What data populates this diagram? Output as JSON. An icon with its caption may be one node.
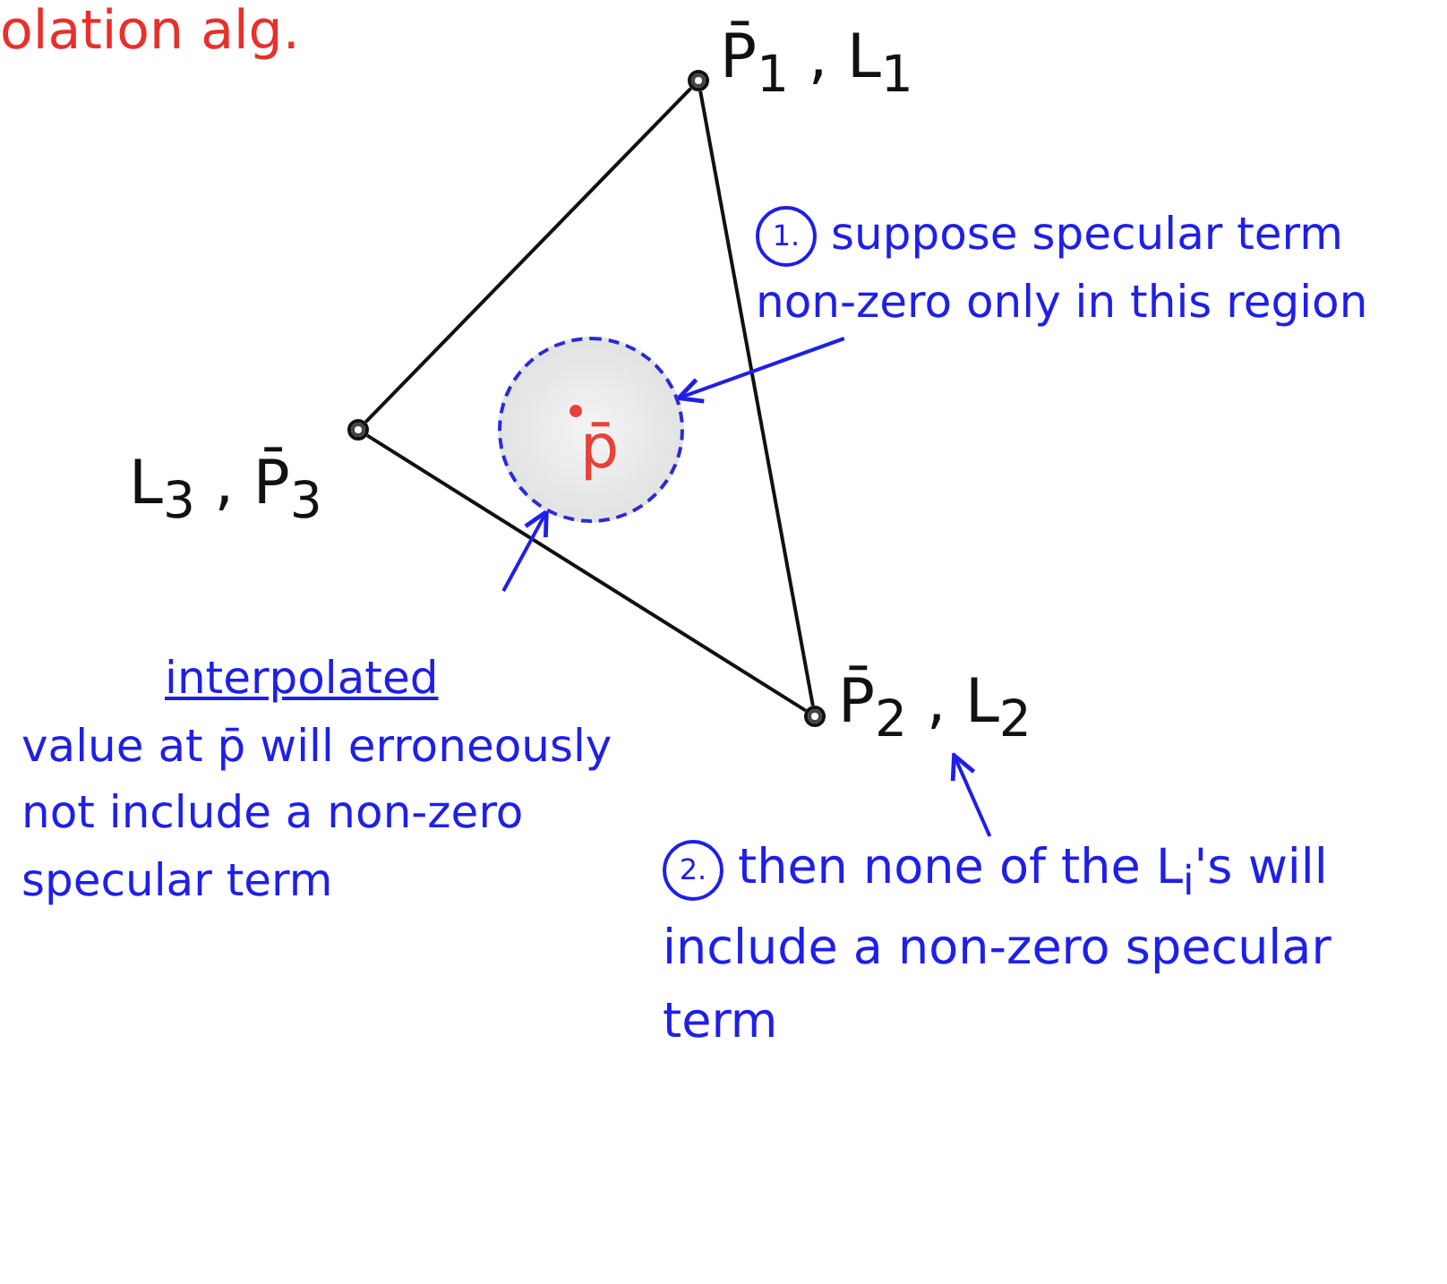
{
  "diagram": {
    "nodes": [
      {
        "text": [],
        "shape": "circle",
        "beside": [
          "P̄$_{1}$ , L$_{1}$"
        ]
      },
      {
        "text": [],
        "shape": "circle",
        "beside": [
          "L$_{3}$ , P̄$_{3}$"
        ]
      },
      {
        "text": [],
        "shape": "circle",
        "beside": [
          "P̄$_{2}$ , L$_{2}$"
        ]
      },
      {
        "text": [
          "p̄"
        ]
      },
      {
        "text": [
          "1.",
          "suppose specular term non-zero only in this region"
        ]
      },
      {
        "text": [
          "interpolated",
          "value at p̄ will erroneously not include a non-zero specular term"
        ]
      },
      {
        "text": [
          "2.",
          "then none of the L$_{i}$'s will include a non-zero specular term"
        ]
      }
    ],
    "edges": [
      {
        "from": 0,
        "to": 1,
        "arrow": "none"
      },
      {
        "from": 1,
        "to": 2,
        "arrow": "none"
      },
      {
        "from": 2,
        "to": 0,
        "arrow": "none"
      },
      {
        "from": 4,
        "to": 3,
        "arrow": "to",
        "color": "#1f1fe8"
      },
      {
        "from": 5,
        "to": 3,
        "arrow": "to",
        "color": "#1f1fe8"
      },
      {
        "from": 6,
        "to": 2,
        "arrow": "to",
        "color": "#1f1fe8"
      }
    ],
    "labels": [
      "olation alg."
    ]
  }
}
